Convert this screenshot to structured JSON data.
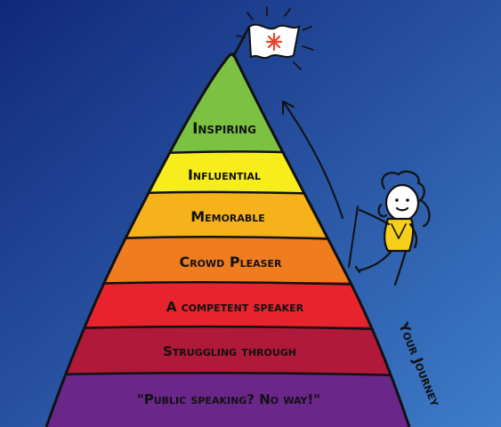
{
  "pyramid": {
    "levels": [
      {
        "label": "Inspiring",
        "color": "#7cc242"
      },
      {
        "label": "Influential",
        "color": "#f7ec1c"
      },
      {
        "label": "Memorable",
        "color": "#f5b21b"
      },
      {
        "label": "Crowd Pleaser",
        "color": "#f07c20"
      },
      {
        "label": "A competent speaker",
        "color": "#e8232d"
      },
      {
        "label": "Struggling through",
        "color": "#b0193a"
      },
      {
        "label": "\"Public speaking? No way!\"",
        "color": "#6a2688"
      }
    ]
  },
  "journey_label": "Your Journey",
  "colors": {
    "sky_top": "#12287a",
    "sky_bottom": "#3d7cc8",
    "flag": "#ffffff",
    "flag_star": "#e8422b",
    "climber_shirt": "#f5cf1b",
    "climber_face": "#ffffff"
  },
  "icons": [
    "flag-icon",
    "arrow-up-icon",
    "climber-figure"
  ]
}
